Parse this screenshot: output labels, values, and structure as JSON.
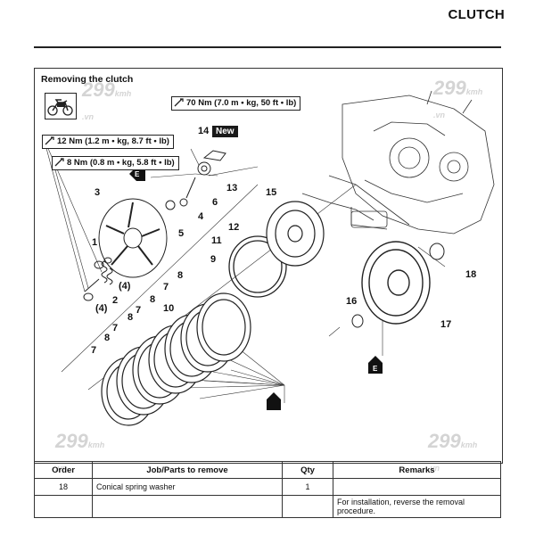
{
  "header": {
    "title": "CLUTCH"
  },
  "section": {
    "title": "Removing the clutch"
  },
  "torques": [
    {
      "text": "70 Nm (7.0 m • kg, 50 ft • lb)"
    },
    {
      "text": "12 Nm (1.2 m • kg, 8.7 ft • lb)"
    },
    {
      "text": "8 Nm (0.8 m • kg, 5.8 ft • lb)"
    }
  ],
  "new_badge": "New",
  "callouts": [
    "14",
    "13",
    "3",
    "6",
    "4",
    "15",
    "5",
    "12",
    "1",
    "11",
    "9",
    "8",
    "7",
    "18",
    "(4)",
    "2",
    "(4)",
    "8",
    "7",
    "10",
    "16",
    "8",
    "17",
    "7",
    "8",
    "7"
  ],
  "watermark": {
    "brand": "299",
    "suffix": "kmh",
    "domain": ".vn"
  },
  "table": {
    "headers": [
      "Order",
      "Job/Parts to remove",
      "Qty",
      "Remarks"
    ],
    "rows": [
      {
        "order": "18",
        "job": "Conical spring washer",
        "qty": "1",
        "remarks": ""
      },
      {
        "order": "",
        "job": "",
        "qty": "",
        "remarks": "For installation, reverse the removal procedure."
      }
    ]
  }
}
